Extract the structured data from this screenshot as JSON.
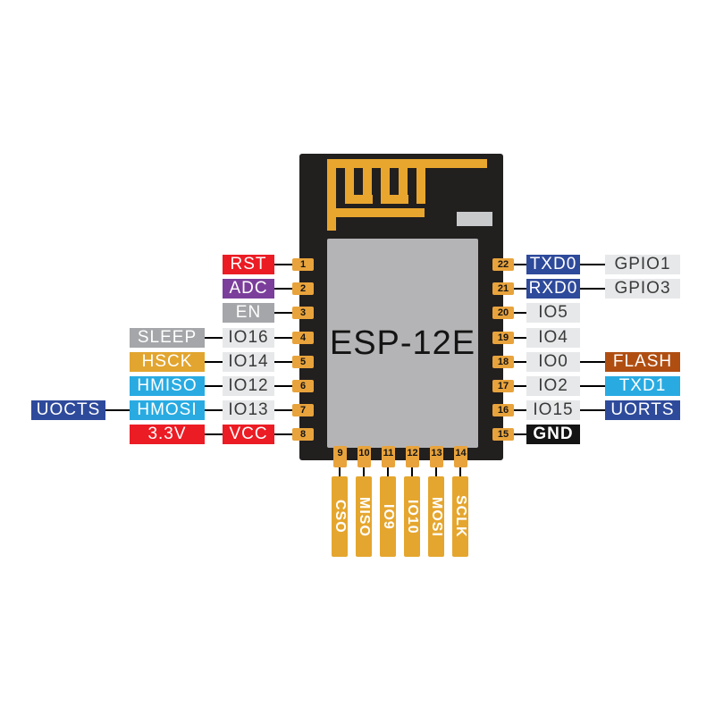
{
  "title": "ESP-12E module pinout diagram",
  "chip": {
    "label": "ESP-12E"
  },
  "colors": {
    "module_black": "#221f1f",
    "shield_gray": "#b4b4b6",
    "pad_gold": "#e8a33c",
    "antenna_gold": "#e8a62f",
    "red": "#ec1c24",
    "purple": "#7b3f9b",
    "gray": "#a4a6a9",
    "light_gray": "#e7e8e9",
    "cyan": "#29abe2",
    "navy": "#2e4a9b",
    "brown": "#b04e12",
    "black": "#141414"
  },
  "left_rows": [
    {
      "pin": "1",
      "inner": {
        "text": "RST"
      }
    },
    {
      "pin": "2",
      "inner": {
        "text": "ADC"
      }
    },
    {
      "pin": "3",
      "inner": {
        "text": "EN"
      }
    },
    {
      "pin": "4",
      "inner": {
        "text": "IO16"
      },
      "outer": {
        "text": "SLEEP"
      }
    },
    {
      "pin": "5",
      "inner": {
        "text": "IO14"
      },
      "outer": {
        "text": "HSCK"
      }
    },
    {
      "pin": "6",
      "inner": {
        "text": "IO12"
      },
      "outer": {
        "text": "HMISO"
      }
    },
    {
      "pin": "7",
      "inner": {
        "text": "IO13"
      },
      "outer": {
        "text": "HMOSI"
      },
      "far": {
        "text": "UOCTS"
      }
    },
    {
      "pin": "8",
      "inner": {
        "text": "VCC"
      },
      "outer": {
        "text": "3.3V"
      }
    }
  ],
  "right_rows": [
    {
      "pin": "22",
      "inner": {
        "text": "TXD0"
      },
      "outer": {
        "text": "GPIO1"
      }
    },
    {
      "pin": "21",
      "inner": {
        "text": "RXD0"
      },
      "outer": {
        "text": "GPIO3"
      }
    },
    {
      "pin": "20",
      "inner": {
        "text": "IO5"
      }
    },
    {
      "pin": "19",
      "inner": {
        "text": "IO4"
      }
    },
    {
      "pin": "18",
      "inner": {
        "text": "IO0"
      },
      "outer": {
        "text": "FLASH"
      }
    },
    {
      "pin": "17",
      "inner": {
        "text": "IO2"
      },
      "outer": {
        "text": "TXD1"
      }
    },
    {
      "pin": "16",
      "inner": {
        "text": "IO15"
      },
      "outer": {
        "text": "UORTS"
      }
    },
    {
      "pin": "15",
      "inner": {
        "text": "GND"
      }
    }
  ],
  "bottom_pins": [
    {
      "pin": "9",
      "label": "CSO"
    },
    {
      "pin": "10",
      "label": "MISO"
    },
    {
      "pin": "11",
      "label": "IO9"
    },
    {
      "pin": "12",
      "label": "IO10"
    },
    {
      "pin": "13",
      "label": "MOSI"
    },
    {
      "pin": "14",
      "label": "SCLK"
    }
  ]
}
